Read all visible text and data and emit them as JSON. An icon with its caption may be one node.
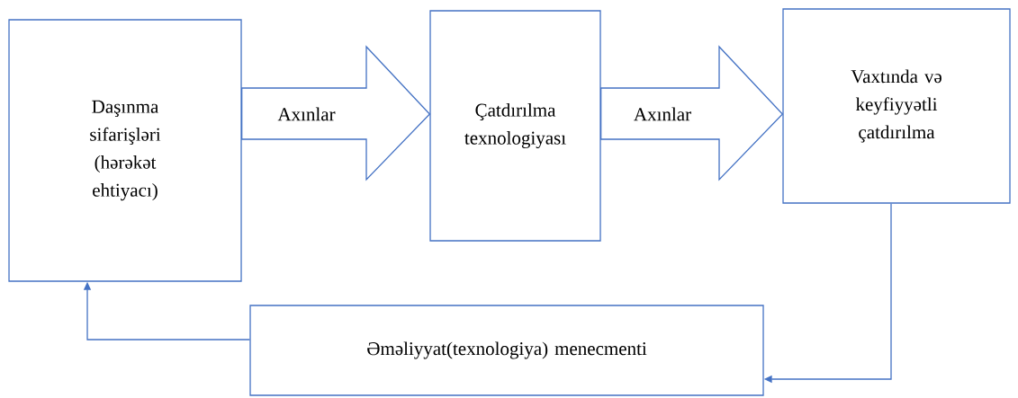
{
  "diagram": {
    "nodes": [
      {
        "text": [
          "Daşınma sifarişləri (hərəkət ehtiyacı)"
        ]
      },
      {
        "text": [
          "Çatdırılma texnologiyası"
        ]
      },
      {
        "text": [
          "Vaxtında və keyfiyyətli çatdırılma"
        ]
      },
      {
        "text": [
          "Əməliyyat(texnologiya) menecmenti"
        ]
      }
    ],
    "edges": [
      {
        "from": 0,
        "to": 1,
        "arrow": "to",
        "label": "Axınlar",
        "style": "thick"
      },
      {
        "from": 1,
        "to": 2,
        "arrow": "to",
        "label": "Axınlar",
        "style": "thick"
      },
      {
        "from": 2,
        "to": 3,
        "arrow": "to"
      },
      {
        "from": 3,
        "to": 0,
        "arrow": "to"
      }
    ]
  }
}
